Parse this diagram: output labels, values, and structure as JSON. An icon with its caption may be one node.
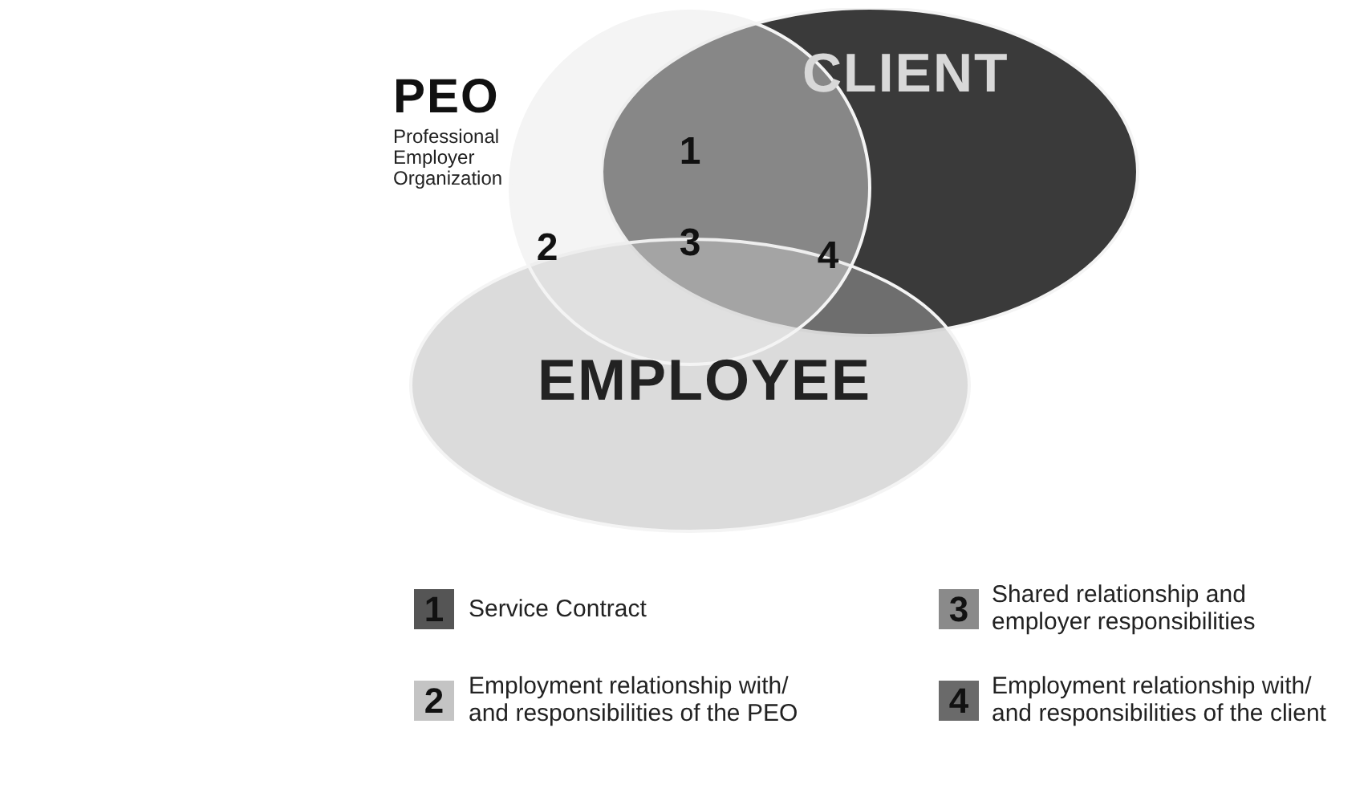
{
  "diagram": {
    "nodes": [
      {
        "text": [
          "PEO",
          "Professional Employer Organization"
        ]
      },
      {
        "text": [
          "CLIENT"
        ]
      },
      {
        "text": [
          "EMPLOYEE"
        ]
      }
    ],
    "edges": [],
    "labels": [
      "1",
      "2",
      "3",
      "4",
      "1",
      "3",
      "2",
      "4"
    ],
    "legend": [
      {
        "text": "Service Contract",
        "color": "#555555"
      },
      {
        "text": "Shared relationship and employer responsibilities",
        "color": "#8a8a8a"
      },
      {
        "text": "Employment relationship with/ and responsibilities of the PEO",
        "color": "#c4c4c4"
      },
      {
        "text": "Employment relationship with/ and responsibilities of the client",
        "color": "#6a6a6a"
      }
    ]
  }
}
